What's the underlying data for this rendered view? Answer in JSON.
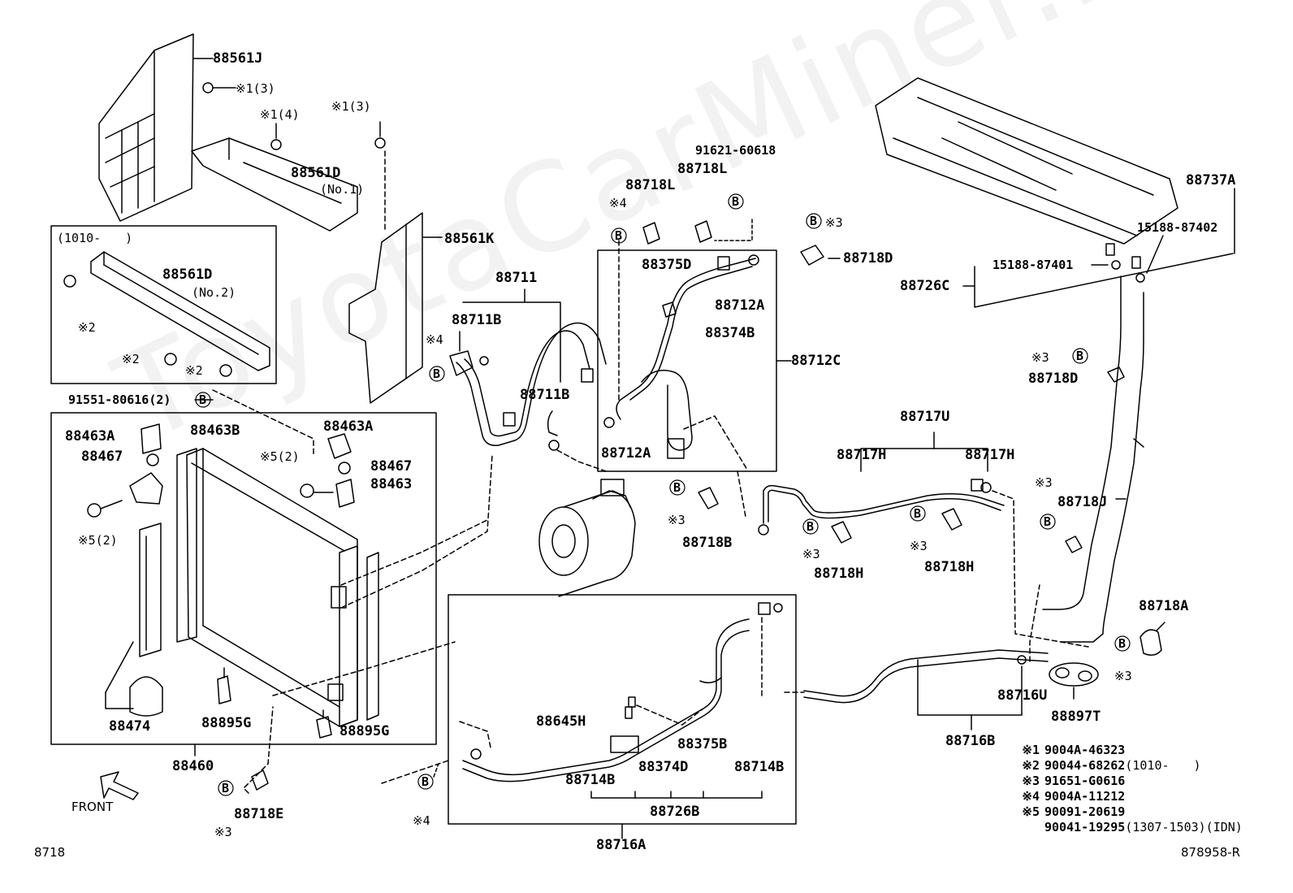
{
  "diagram_code": "8718",
  "image_ref": "878958-R",
  "watermark": "ToyotaCarMiner.ru",
  "front_label": "FRONT",
  "legend": [
    {
      "sym": "※1",
      "part": "9004A-46323",
      "note": ""
    },
    {
      "sym": "※2",
      "part": "90044-68262",
      "note": "(1010-　　)"
    },
    {
      "sym": "※3",
      "part": "91651-G0616",
      "note": ""
    },
    {
      "sym": "※4",
      "part": "9004A-11212",
      "note": ""
    },
    {
      "sym": "※5",
      "part": "90091-20619",
      "note": ""
    },
    {
      "sym": "",
      "part": "90041-19295",
      "note": "(1307-1503)(IDN)"
    }
  ],
  "labels": {
    "p88561J": "88561J",
    "q1_3a": "※1(3)",
    "q1_4": "※1(4)",
    "q1_3b": "※1(3)",
    "p88561D_1": "88561D",
    "no1": "(No.1)",
    "p88561K": "88561K",
    "inset_date": "(1010-　　)",
    "p88561D_2": "88561D",
    "no2": "(No.2)",
    "q2a": "※2",
    "q2b": "※2",
    "q2c": "※2",
    "p91551": "91551-80616(2)",
    "p88463A_l": "88463A",
    "p88463B": "88463B",
    "p88467_l": "88467",
    "p88463A_r": "88463A",
    "q5_2a": "※5(2)",
    "p88467_r": "88467",
    "p88463": "88463",
    "q5_2b": "※5(2)",
    "p88474": "88474",
    "p88895G_a": "88895G",
    "p88895G_b": "88895G",
    "p88460": "88460",
    "p88718E": "88718E",
    "q3_e": "※3",
    "p88711": "88711",
    "p88711B_a": "88711B",
    "q4_a": "※4",
    "p88711B_b": "88711B",
    "p91621": "91621-60618",
    "p88718L_a": "88718L",
    "p88718L_b": "88718L",
    "q4_b": "※4",
    "p88375D": "88375D",
    "p88712A_a": "88712A",
    "p88374B": "88374B",
    "p88712C": "88712C",
    "p88712A_b": "88712A",
    "q3_d": "※3",
    "p88718D_a": "88718D",
    "q3_b": "※3",
    "p88718B": "88718B",
    "p88717U": "88717U",
    "p88717H_a": "88717H",
    "p88717H_b": "88717H",
    "q3_h1": "※3",
    "p88718H_a": "88718H",
    "q3_h2": "※3",
    "p88718H_b": "88718H",
    "p88737A": "88737A",
    "p15188_402": "15188-87402",
    "p15188_401": "15188-87401",
    "p88726C": "88726C",
    "q3_d2": "※3",
    "p88718D_b": "88718D",
    "q3_j": "※3",
    "p88718J": "88718J",
    "p88718A": "88718A",
    "q3_a": "※3",
    "p88716U": "88716U",
    "p88897T": "88897T",
    "p88716B": "88716B",
    "p88645H": "88645H",
    "p88375B": "88375B",
    "p88374D": "88374D",
    "p88714B_a": "88714B",
    "p88714B_b": "88714B",
    "p88726B": "88726B",
    "p88716A": "88716A",
    "q4_c": "※4"
  }
}
